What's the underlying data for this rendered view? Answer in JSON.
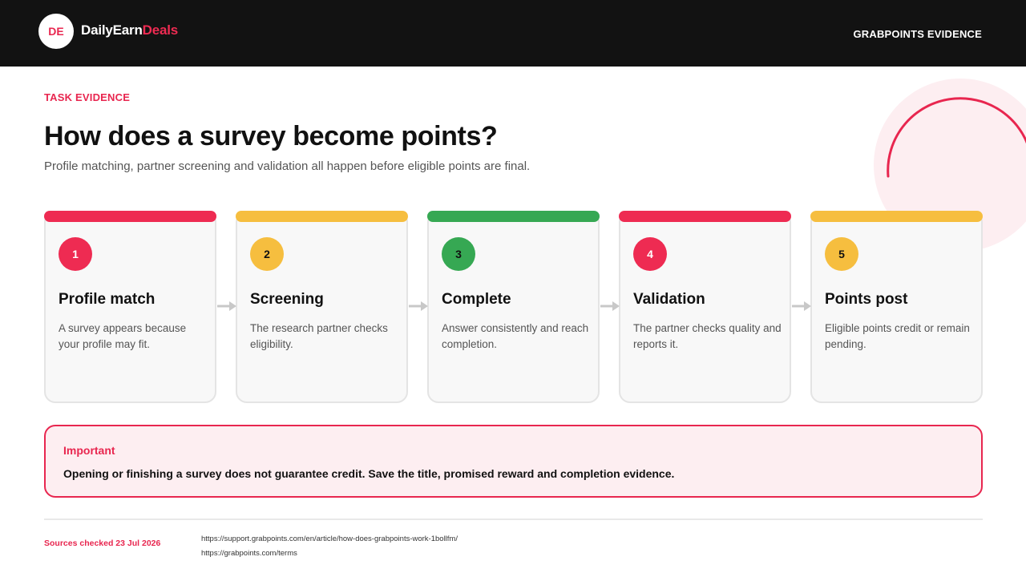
{
  "header": {
    "logo_initials": "DE",
    "brand_main": "DailyEarn",
    "brand_accent": "Deals",
    "right_label": "GRABPOINTS EVIDENCE"
  },
  "hero": {
    "eyebrow": "TASK EVIDENCE",
    "title": "How does a survey become points?",
    "subtitle": "Profile matching, partner screening and validation all happen before eligible points are final."
  },
  "steps": [
    {
      "number": "1",
      "title": "Profile match",
      "description": "A survey appears because your profile may fit.",
      "color": "#ee2b52",
      "number_color": "#ffffff"
    },
    {
      "number": "2",
      "title": "Screening",
      "description": "The research partner checks eligibility.",
      "color": "#f6be3f",
      "number_color": "#111111"
    },
    {
      "number": "3",
      "title": "Complete",
      "description": "Answer consistently and reach completion.",
      "color": "#36a853",
      "number_color": "#111111"
    },
    {
      "number": "4",
      "title": "Validation",
      "description": "The partner checks quality and reports it.",
      "color": "#ee2b52",
      "number_color": "#ffffff"
    },
    {
      "number": "5",
      "title": "Points post",
      "description": "Eligible points credit or remain pending.",
      "color": "#f6be3f",
      "number_color": "#111111"
    }
  ],
  "notice": {
    "title": "Important",
    "body": "Opening or finishing a survey does not guarantee credit. Save the title, promised reward and completion evidence."
  },
  "footer": {
    "sources_label": "Sources checked 23 Jul 2026",
    "links": [
      "https://support.grabpoints.com/en/article/how-does-grabpoints-work-1bollfm/",
      "https://grabpoints.com/terms"
    ]
  },
  "colors": {
    "accent": "#e8264f",
    "topbar": "#121212",
    "arrow": "#c8c8c8"
  }
}
